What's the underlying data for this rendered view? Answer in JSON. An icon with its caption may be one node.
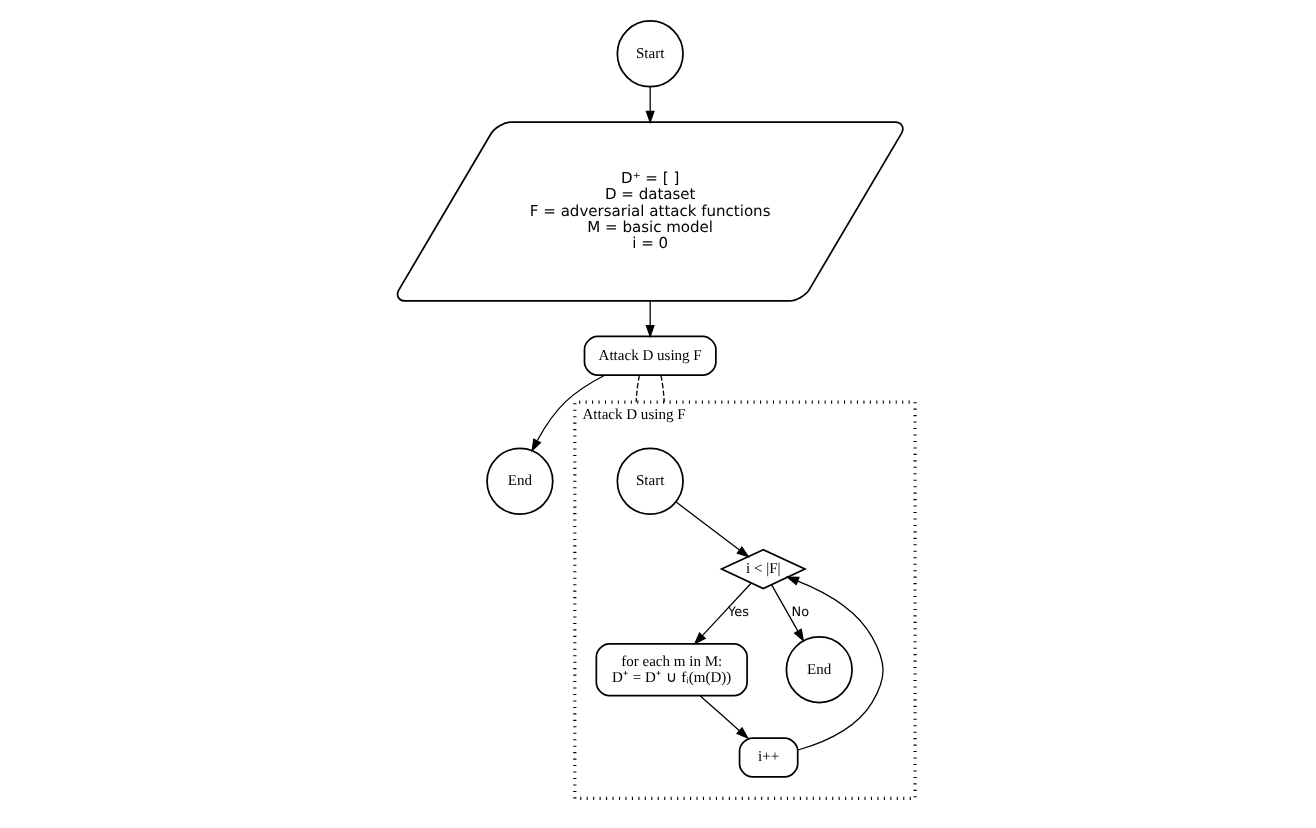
{
  "diagram": {
    "nodes": [
      {
        "text": [
          "Start"
        ]
      },
      {
        "text": [
          "D⁺ = [ ]",
          "D = dataset",
          "F = adversarial attack functions",
          "M = basic model",
          "i = 0"
        ]
      },
      {
        "text": [
          "Attack D using F"
        ]
      },
      {
        "text": [
          "End"
        ]
      },
      {
        "text": [
          "Attack D using F"
        ]
      },
      {
        "text": [
          "Start"
        ],
        "in": 4
      },
      {
        "text": [
          "i < |F|"
        ],
        "in": 4
      },
      {
        "text": [
          "i++"
        ],
        "in": 4
      },
      {
        "text": [
          "for each m in M:",
          "D⁺ = D⁺ ∪ fᵢ(m(D))"
        ],
        "in": 4
      },
      {
        "text": [
          "End"
        ],
        "in": 4
      }
    ],
    "edges": [
      {
        "from": 0,
        "to": 1,
        "arrow": "to"
      },
      {
        "from": 1,
        "to": 2,
        "arrow": "to"
      },
      {
        "from": 2,
        "to": 3,
        "arrow": "to"
      },
      {
        "from": 2,
        "to": 4,
        "arrow": "none",
        "style": "dashed"
      },
      {
        "from": 2,
        "to": 4,
        "arrow": "none",
        "style": "dashed"
      },
      {
        "from": 5,
        "to": 6,
        "arrow": "to"
      },
      {
        "from": 6,
        "to": 8,
        "arrow": "to",
        "label": "Yes"
      },
      {
        "from": 6,
        "to": 9,
        "arrow": "to",
        "label": "No"
      },
      {
        "from": 8,
        "to": 7,
        "arrow": "to"
      },
      {
        "from": 7,
        "to": 6,
        "arrow": "to"
      }
    ]
  }
}
